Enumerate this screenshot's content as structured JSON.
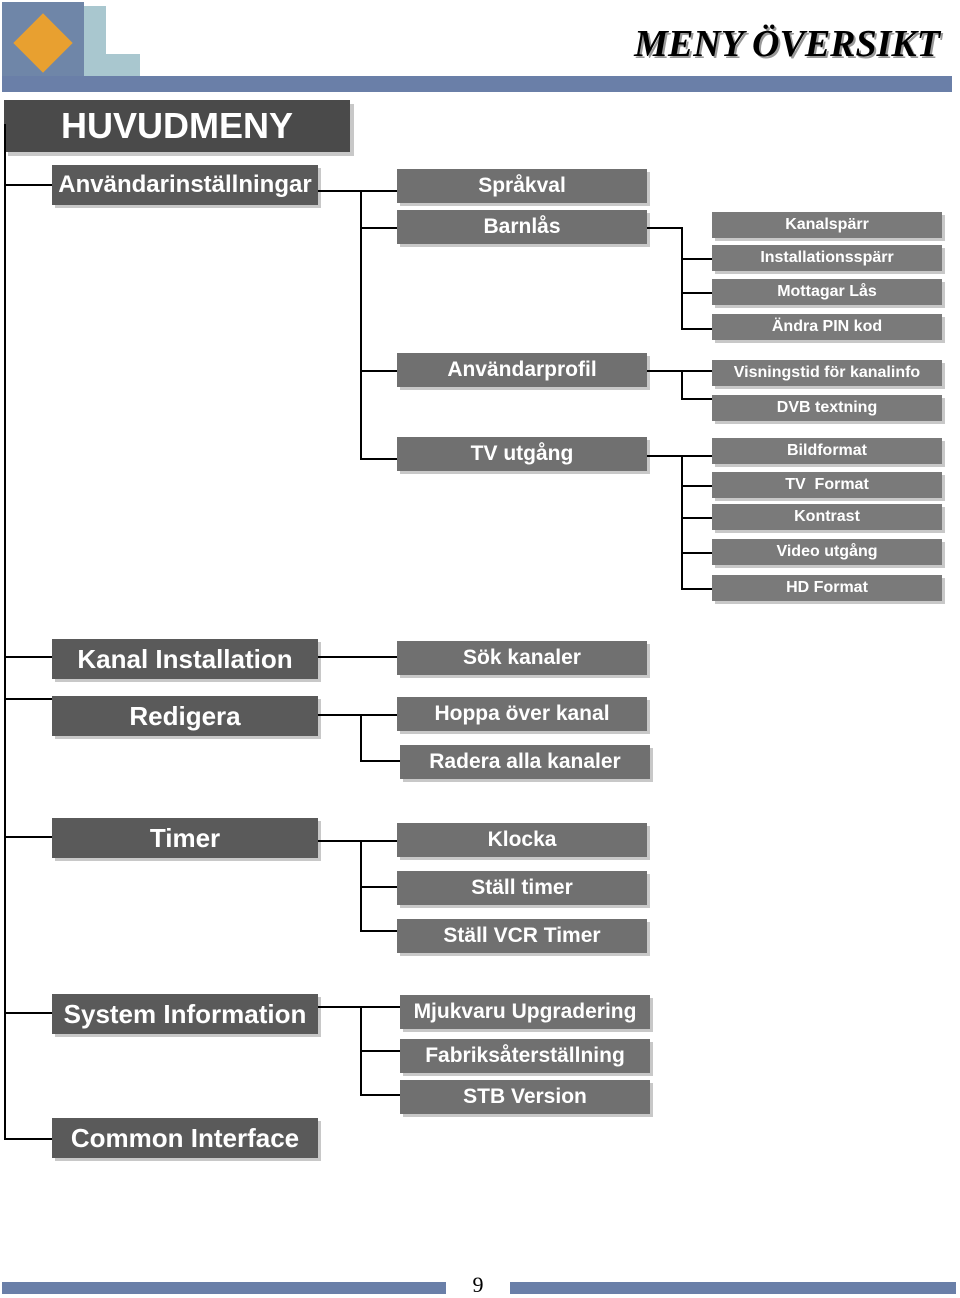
{
  "header": {
    "title": "MENY ÖVERSIKT",
    "logo_colors": {
      "frame": "#6f86a8",
      "diamond": "#e8a030",
      "side": "#a9c7cf",
      "stripe": "#6a7fa8"
    }
  },
  "main_menu": {
    "label": "HUVUDMENY"
  },
  "groups": {
    "user_settings": {
      "label": "Användarinställningar",
      "items": {
        "language": "Språkval",
        "parental_lock": {
          "label": "Barnlås",
          "subitems": [
            "Kanalspärr",
            "Installationsspärr",
            "Mottagar Lås",
            "Ändra PIN kod"
          ]
        },
        "user_profile": {
          "label": "Användarprofil",
          "subitems": [
            "Visningstid för kanalinfo",
            "DVB textning"
          ]
        },
        "tv_output": {
          "label": "TV utgång",
          "subitems": [
            "Bildformat",
            "TV  Format",
            "Kontrast",
            "Video utgång",
            "HD Format"
          ]
        }
      }
    },
    "channel_installation": {
      "label": "Kanal Installation",
      "items": [
        "Sök kanaler"
      ]
    },
    "edit": {
      "label": "Redigera",
      "items": [
        "Hoppa över kanal",
        "Radera alla kanaler"
      ]
    },
    "timer": {
      "label": "Timer",
      "items": [
        "Klocka",
        "Ställ timer",
        "Ställ VCR Timer"
      ]
    },
    "system_information": {
      "label": "System Information",
      "items": [
        "Mjukvaru Upgradering",
        "Fabriksåterställning",
        "STB Version"
      ]
    },
    "common_interface": {
      "label": "Common Interface"
    }
  },
  "footer": {
    "page_number": "9"
  }
}
